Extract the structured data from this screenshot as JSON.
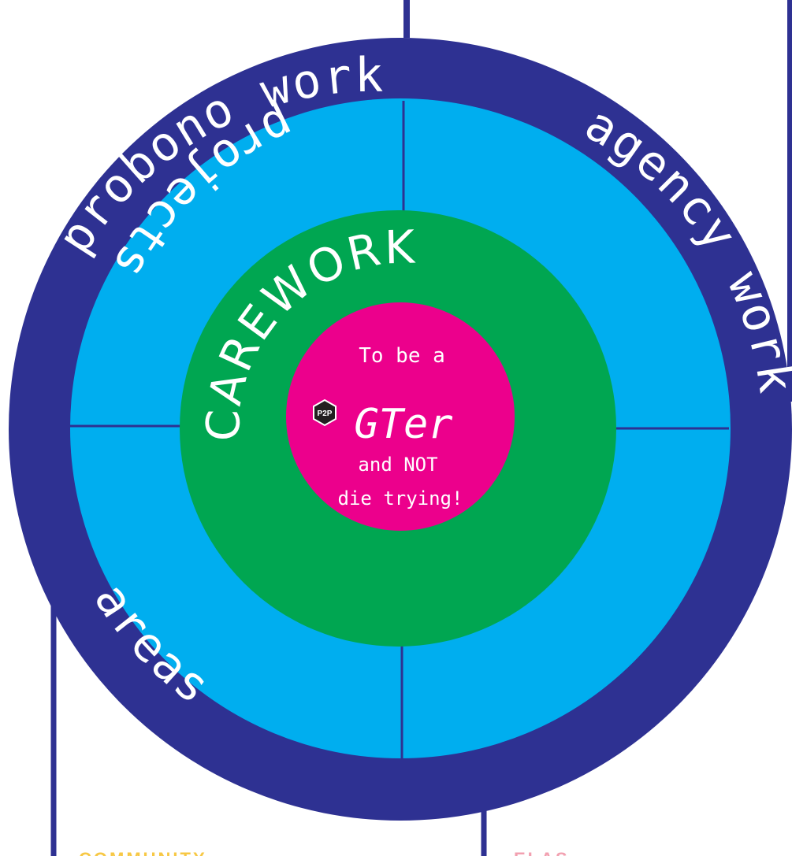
{
  "colors": {
    "outer_ring": "#2E3192",
    "middle_ring": "#00AEEF",
    "inner_ring": "#00A651",
    "core": "#EC008C",
    "divider": "#2E3192",
    "badge": "#231F20",
    "faint_yellow": "#F7C845",
    "faint_pink": "#F2A0B0"
  },
  "outer_labels": {
    "top_left": "probono work",
    "top_right": "agency work",
    "bottom_right": "projects",
    "bottom_left": "areas"
  },
  "inner_label": "CAREWORK",
  "center": {
    "line1": "To be a",
    "line2": "GTer",
    "line3": "and NOT",
    "line4": "die trying!"
  },
  "badge": {
    "label": "P2P",
    "icon": "hexagon-badge-icon"
  },
  "bottom_cut_text": {
    "left": "COMMUNITY",
    "right": "ELAS"
  }
}
